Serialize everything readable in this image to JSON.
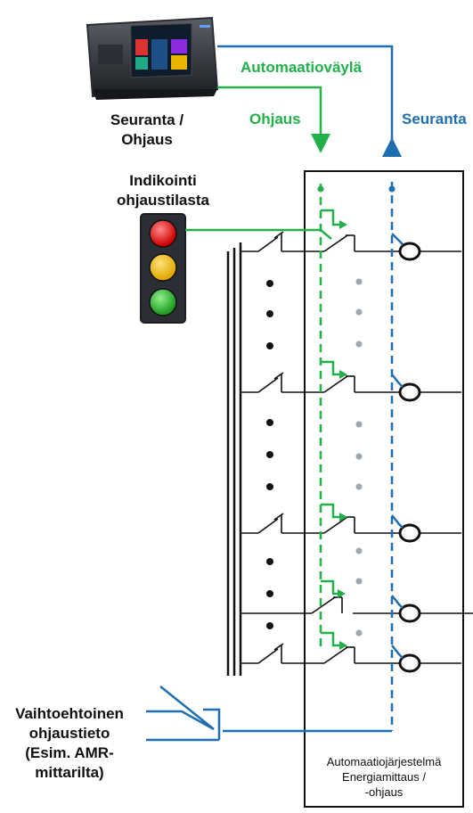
{
  "colors": {
    "green": "#22b04b",
    "blue": "#1f6fb0",
    "black": "#111111",
    "gray_dot": "#9aa6b0"
  },
  "device": {
    "icon": "touch-panel-controller-icon",
    "label_line1": "Seuranta /",
    "label_line2": "Ohjaus"
  },
  "bus_label": "Automaatioväylä",
  "control_label": "Ohjaus",
  "monitor_label": "Seuranta",
  "indicator": {
    "icon": "traffic-light-icon",
    "label_line1": "Indikointi",
    "label_line2": "ohjaustilasta"
  },
  "alternative": {
    "line1": "Vaihtoehtoinen",
    "line2": "ohjaustieto",
    "line3": "(Esim. AMR-",
    "line4": "mittarilta)"
  },
  "system_box": {
    "line1": "Automaatiojärjestelmä",
    "line2": "Energiamittaus /",
    "line3": "-ohjaus"
  }
}
